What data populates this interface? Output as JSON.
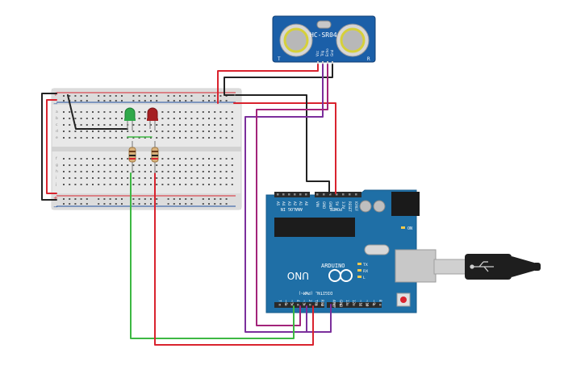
{
  "sensor": {
    "model": "HC-SR04",
    "pins": [
      "Vcc",
      "Trig",
      "Echo",
      "Gnd"
    ],
    "corner_left": "T",
    "corner_right": "R"
  },
  "arduino": {
    "brand": "ARDUINO",
    "model": "UNO",
    "power_header": "POWER",
    "analog_header": "ANALOG IN",
    "digital_header": "DIGITAL (PWM~)",
    "analog_pins": [
      "A5",
      "A4",
      "A3",
      "A2",
      "A1",
      "A0"
    ],
    "power_pins": [
      "VIN",
      "GND",
      "GND",
      "5V",
      "3.3V",
      "RESET",
      "IOREF"
    ],
    "digital_pins_low": [
      "RX0",
      "TX1",
      "2",
      "~3",
      "4",
      "~5",
      "~6",
      "7"
    ],
    "digital_pins_high": [
      "8",
      "~9",
      "~10",
      "~11",
      "12",
      "13",
      "GND",
      "AREF"
    ],
    "leds": [
      "TX",
      "RX",
      "L"
    ],
    "on_label": "ON"
  },
  "breadboard": {
    "rows": [
      "a",
      "b",
      "c",
      "d",
      "e",
      "f",
      "g",
      "h",
      "i",
      "j"
    ],
    "rail_plus": "+",
    "rail_minus": "−"
  },
  "components": {
    "leds": [
      "green",
      "red"
    ],
    "resistors": 2
  },
  "colors": {
    "wire_red": "#d9232e",
    "wire_black": "#222222",
    "wire_green": "#3db843",
    "wire_purple": "#7b2f9c",
    "wire_magenta": "#a3237a",
    "board_blue": "#1f6fa6",
    "sensor_blue": "#1b5fa8",
    "breadboard": "#e6e6e6"
  }
}
